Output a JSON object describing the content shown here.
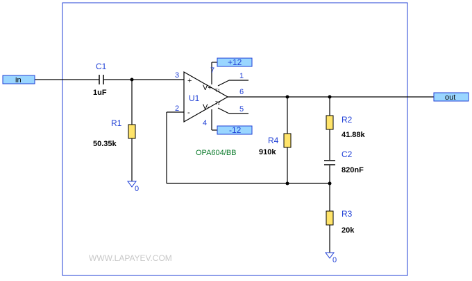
{
  "ports": {
    "input": "in",
    "output": "out",
    "vplus": "+12",
    "vminus": "-12"
  },
  "opamp": {
    "ref": "U1",
    "part": "OPA604/BB",
    "vplus_label": "V+",
    "vminus_label": "V-",
    "plus_sign": "+",
    "minus_sign": "-",
    "t1": "T1",
    "t2": "T2",
    "pins": {
      "p1": "1",
      "p2": "2",
      "p3": "3",
      "p4": "4",
      "p5": "5",
      "p6": "6",
      "p7": "7"
    }
  },
  "components": {
    "c1": {
      "ref": "C1",
      "value": "1uF"
    },
    "r1": {
      "ref": "R1",
      "value": "50.35k"
    },
    "r4": {
      "ref": "R4",
      "value": "910k"
    },
    "r2": {
      "ref": "R2",
      "value": "41.88k"
    },
    "c2": {
      "ref": "C2",
      "value": "820nF"
    },
    "r3": {
      "ref": "R3",
      "value": "20k"
    }
  },
  "ground_label": "0",
  "watermark": "WWW.LAPAYEV.COM",
  "colors": {
    "border": "#1f3fd6",
    "port_fill": "#9ad6ff",
    "resistor_fill": "#ffe46a",
    "label_blue": "#1f3fd6",
    "part_green": "#0a7a2a"
  }
}
